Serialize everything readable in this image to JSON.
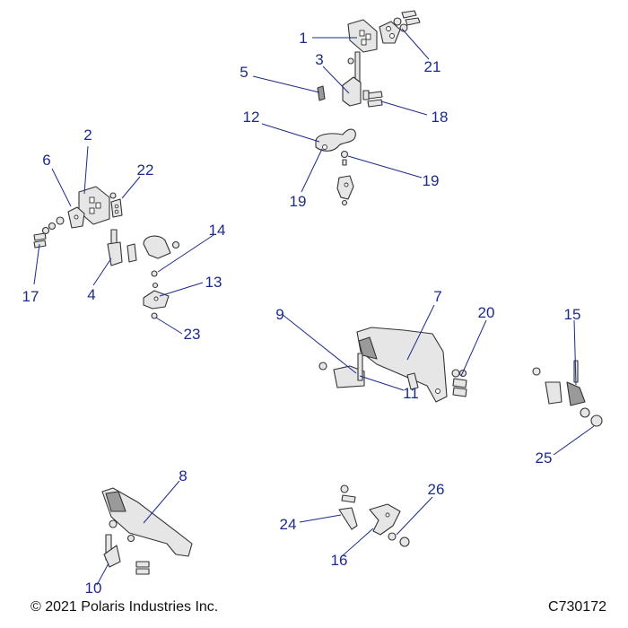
{
  "footer": {
    "copyright": "© 2021 Polaris Industries Inc.",
    "drawing_code": "C730172"
  },
  "callouts": [
    {
      "id": "c1",
      "label": "1"
    },
    {
      "id": "c21",
      "label": "21"
    },
    {
      "id": "c3",
      "label": "3"
    },
    {
      "id": "c5",
      "label": "5"
    },
    {
      "id": "c18",
      "label": "18"
    },
    {
      "id": "c12",
      "label": "12"
    },
    {
      "id": "c19a",
      "label": "19"
    },
    {
      "id": "c19b",
      "label": "19"
    },
    {
      "id": "c2",
      "label": "2"
    },
    {
      "id": "c6",
      "label": "6"
    },
    {
      "id": "c22",
      "label": "22"
    },
    {
      "id": "c14",
      "label": "14"
    },
    {
      "id": "c13",
      "label": "13"
    },
    {
      "id": "c17",
      "label": "17"
    },
    {
      "id": "c4",
      "label": "4"
    },
    {
      "id": "c23",
      "label": "23"
    },
    {
      "id": "c7",
      "label": "7"
    },
    {
      "id": "c9",
      "label": "9"
    },
    {
      "id": "c20",
      "label": "20"
    },
    {
      "id": "c11",
      "label": "11"
    },
    {
      "id": "c15",
      "label": "15"
    },
    {
      "id": "c25",
      "label": "25"
    },
    {
      "id": "c8",
      "label": "8"
    },
    {
      "id": "c26",
      "label": "26"
    },
    {
      "id": "c24",
      "label": "24"
    },
    {
      "id": "c10",
      "label": "10"
    },
    {
      "id": "c16",
      "label": "16"
    }
  ]
}
